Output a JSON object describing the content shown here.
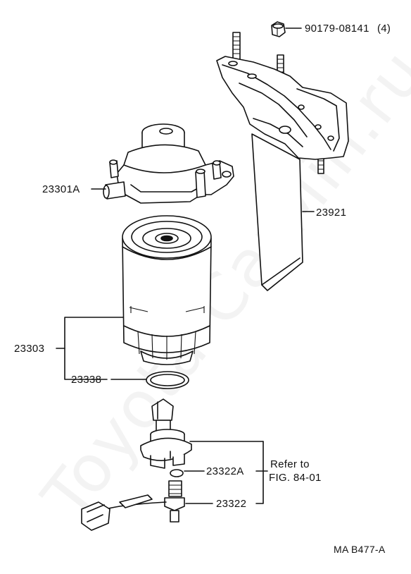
{
  "watermark": "Toyota-CarMin.ru",
  "labels": {
    "nut": "90179-08141",
    "nut_qty": "(4)",
    "filter_head": "23301A",
    "bracket": "23921",
    "filter": "23303",
    "gasket": "23338",
    "plug_gasket": "23322A",
    "sensor": "23322",
    "refer_line1": "Refer to",
    "refer_line2": "FIG. 84-01"
  },
  "diagram_code": "MA B477-A"
}
